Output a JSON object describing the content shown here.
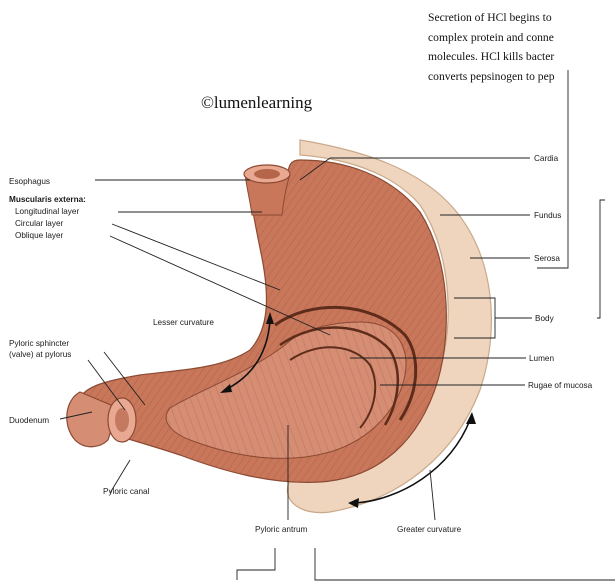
{
  "callout": {
    "lines": [
      "Secretion of HCl begins to",
      "complex protein and conne",
      "molecules. HCl kills bacter",
      "converts pepsinogen to pep"
    ]
  },
  "credit": "©lumenlearning",
  "labels": {
    "esophagus": "Esophagus",
    "muscularis_externa": "Muscularis externa:",
    "longitudinal_layer": "Longitudinal layer",
    "circular_layer": "Circular layer",
    "oblique_layer": "Oblique layer",
    "lesser_curvature": "Lesser curvature",
    "pyloric_sphincter_1": "Pyloric sphincter",
    "pyloric_sphincter_2": "(valve) at pylorus",
    "duodenum": "Duodenum",
    "pyloric_canal": "Pyloric canal",
    "pyloric_antrum": "Pyloric antrum",
    "greater_curvature": "Greater curvature",
    "cardia": "Cardia",
    "fundus": "Fundus",
    "serosa": "Serosa",
    "body": "Body",
    "lumen": "Lumen",
    "rugae_of_mucosa": "Rugae of mucosa"
  },
  "colors": {
    "muscle": "#c8775a",
    "muscle_dark": "#a55a3e",
    "mucosa": "#d58d74",
    "serosa": "#efd5bd",
    "serosa_edge": "#c9a98b",
    "line": "#222222"
  }
}
